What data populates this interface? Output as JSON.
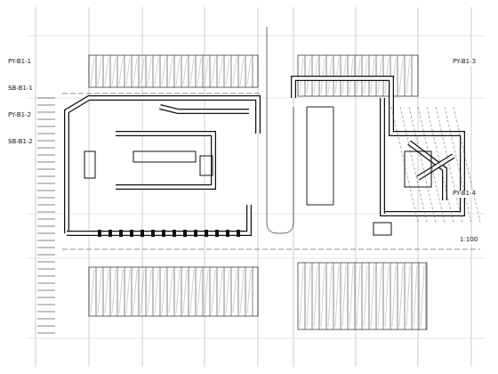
{
  "diagram": {
    "labels": [
      "PY-B1-1",
      "SB-B1-1",
      "PY-B1-2",
      "SB-B1-2",
      "PY-B1-3",
      "PY-B1-4",
      "1:100"
    ]
  }
}
